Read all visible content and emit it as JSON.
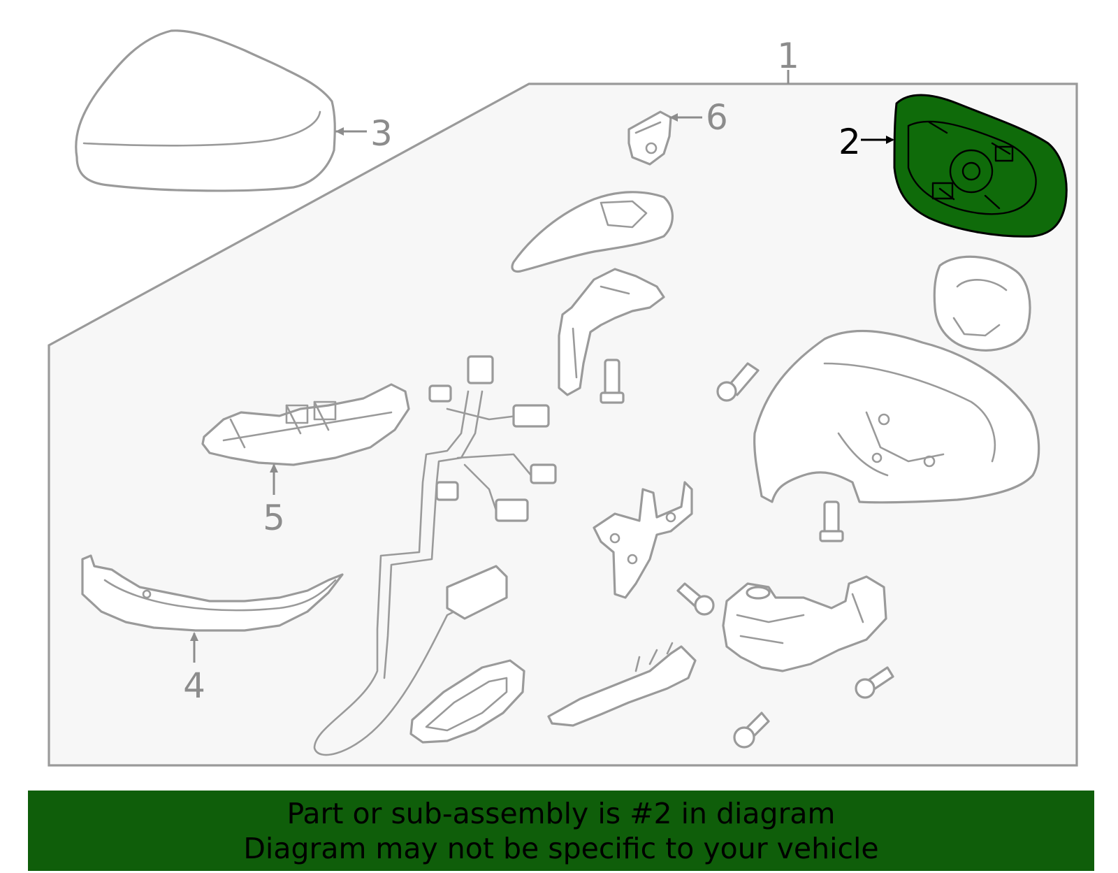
{
  "callouts": {
    "c1": "1",
    "c2": "2",
    "c3": "3",
    "c4": "4",
    "c5": "5",
    "c6": "6"
  },
  "highlighted_part": "2",
  "colors": {
    "highlight_fill": "#0f6b0a",
    "banner_fill": "#0f5e0a",
    "line_gray": "#9a9a9a",
    "panel_fill": "#f7f7f7"
  },
  "banner": {
    "line1": "Part or sub-assembly is #2 in diagram",
    "line2": "Diagram may not be specific to your vehicle"
  }
}
